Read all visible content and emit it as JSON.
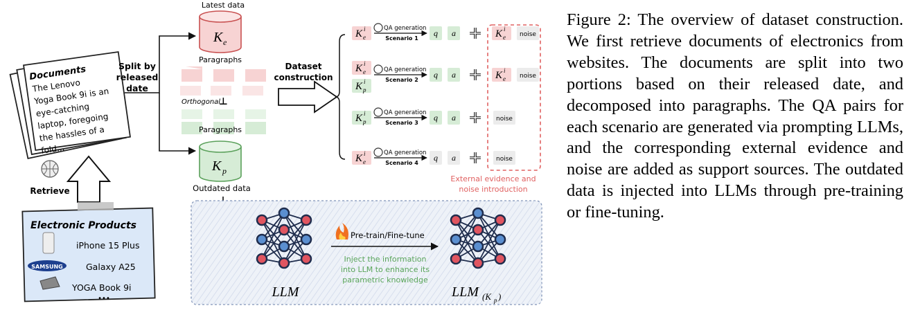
{
  "labels": {
    "latest_data": "Latest data",
    "outdated_data": "Outdated data",
    "paragraphs_top": "Paragraphs",
    "paragraphs_bottom": "Paragraphs",
    "orthogonal": "Orthogonal",
    "orthogonal_symbol": "⊥",
    "split_1": "Split by",
    "split_2": "released",
    "split_3": "date",
    "dataset_1": "Dataset",
    "dataset_2": "construction",
    "retrieve": "Retrieve",
    "documents_title": "Documents",
    "doc_lines": [
      "The Lenovo",
      "Yoga Book 9i is an",
      "eye-catching",
      "laptop, foregoing",
      "the hassles of a",
      "fold..."
    ],
    "products_title": "Electronic Products",
    "products": [
      "iPhone 15 Plus",
      "Galaxy A25",
      "YOGA Book 9i"
    ],
    "samsung": "SAMSUNG",
    "more": "•••",
    "ke_base": "K",
    "ke_sub": "e",
    "kp_base": "K",
    "kp_sub": "p",
    "qa_generation": "QA generation",
    "q": "q",
    "a": "a",
    "noise": "noise",
    "sup_i": "i",
    "ext_1": "External evidence and",
    "ext_2": "noise introduction",
    "pretrain": "Pre-train/Fine-tune",
    "inject_1": "Inject the information",
    "inject_2": "into LLM to enhance its",
    "inject_3": "parametric knowledge",
    "llm": "LLM",
    "llm_kp_base": "LLM",
    "llm_kp_sub": "(K",
    "llm_kp_sub2": "p",
    "llm_kp_close": ")"
  },
  "scenarios": [
    "Scenario 1",
    "Scenario 2",
    "Scenario 3",
    "Scenario 4"
  ],
  "caption": "Figure 2: The overview of dataset construction. We first retrieve documents of electronics from websites. The documents are split into two portions based on their released date, and decomposed into paragraphs. The QA pairs for each scenario are generated via prompting LLMs, and the corresponding external evidence and noise are added as support sources. The outdated data is injected into LLMs through pre-training or fine-tuning.",
  "colors": {
    "red_fill": "#f7d3d3",
    "red_stroke": "#c85050",
    "green_fill": "#d6ecd6",
    "green_stroke": "#5aa05a",
    "node_red": "#e05560",
    "node_blue": "#5b8fd0",
    "node_dark": "#1f2d4d",
    "dash_red": "#e06060",
    "panel_fill": "#eef2f8"
  }
}
